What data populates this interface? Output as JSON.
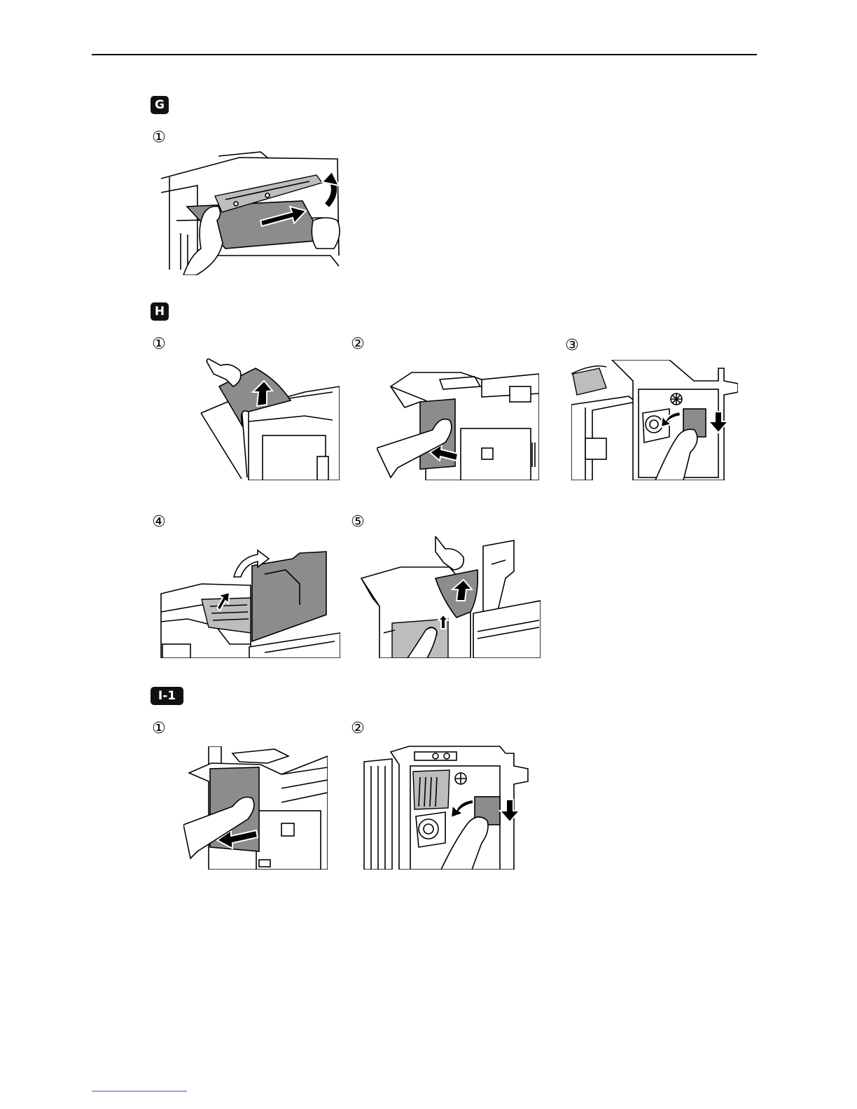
{
  "sections": [
    {
      "badge": "G",
      "steps": [
        "①"
      ]
    },
    {
      "badge": "H",
      "steps": [
        "①",
        "②",
        "③",
        "④",
        "⑤"
      ]
    },
    {
      "badge": "I-1",
      "steps": [
        "①",
        "②"
      ]
    }
  ],
  "icons": {
    "arrow": "arrow-icon",
    "hand": "hand-icon"
  }
}
